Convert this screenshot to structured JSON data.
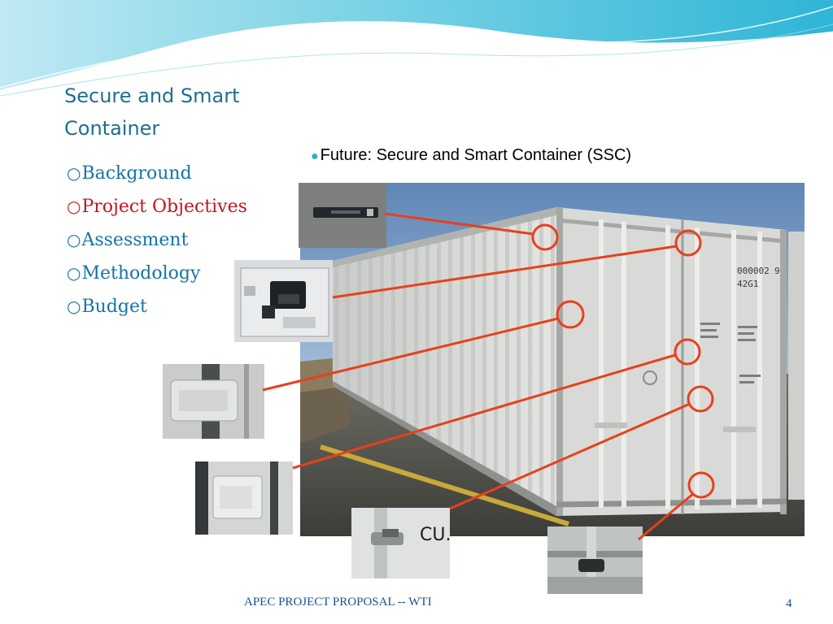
{
  "slide": {
    "title_line1": "Secure and Smart",
    "title_line2": "Container",
    "nav_items": [
      {
        "bullet": "○",
        "label": "Background",
        "active": false
      },
      {
        "bullet": "○",
        "label": "Project Objectives",
        "active": true
      },
      {
        "bullet": "○",
        "label": "Assessment",
        "active": false
      },
      {
        "bullet": "○",
        "label": "Methodology",
        "active": false
      },
      {
        "bullet": "○",
        "label": "Budget",
        "active": false
      }
    ],
    "heading_bullet": "●",
    "heading": "Future: Secure and Smart Container (SSC)",
    "container_markings": {
      "number": "000002",
      "check": "9",
      "type_code": "42G1",
      "stencil": "CU."
    },
    "footer": "APEC PROJECT PROPOSAL -- WTI",
    "page_number": "4"
  },
  "colors": {
    "title": "#1f6f8f",
    "nav_text": "#1574a6",
    "nav_active": "#c0161a",
    "connector": "#e8401c",
    "heading_bullet": "#3aa7c8",
    "footer": "#1d4e8c"
  }
}
